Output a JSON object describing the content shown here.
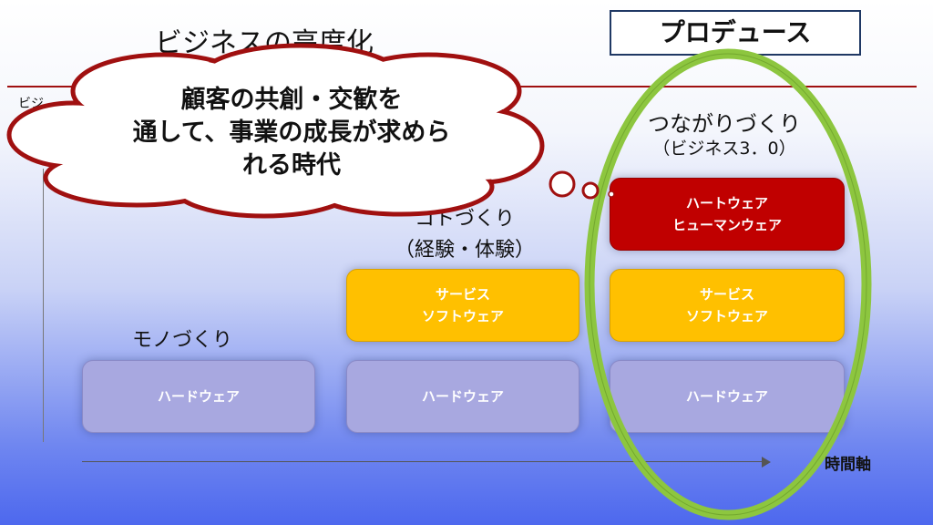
{
  "title": "ビジネスの高度化",
  "produce_label": "プロデュース",
  "left_label_partial": "ビジ",
  "cloud": {
    "lines": [
      "顧客の共創・交歓を",
      "通して、事業の成長が求めら",
      "れる時代"
    ]
  },
  "stages": [
    {
      "name": "モノづくり",
      "sub": ""
    },
    {
      "name": "コトづくり",
      "sub": "（経験・体験）"
    },
    {
      "name": "つながりづくり",
      "sub": "（ビジネス3．0）"
    }
  ],
  "boxes": {
    "hardware": "ハードウェア",
    "service": [
      "サービス",
      "ソフトウェア"
    ],
    "heart": [
      "ハートウェア",
      "ヒューマンウェア"
    ]
  },
  "axis_label": "時間軸",
  "colors": {
    "hardware": "#a8a8e0",
    "service": "#ffc000",
    "heart": "#c00000",
    "ellipse": "#8dc63f",
    "cloud_outline": "#a01010"
  }
}
